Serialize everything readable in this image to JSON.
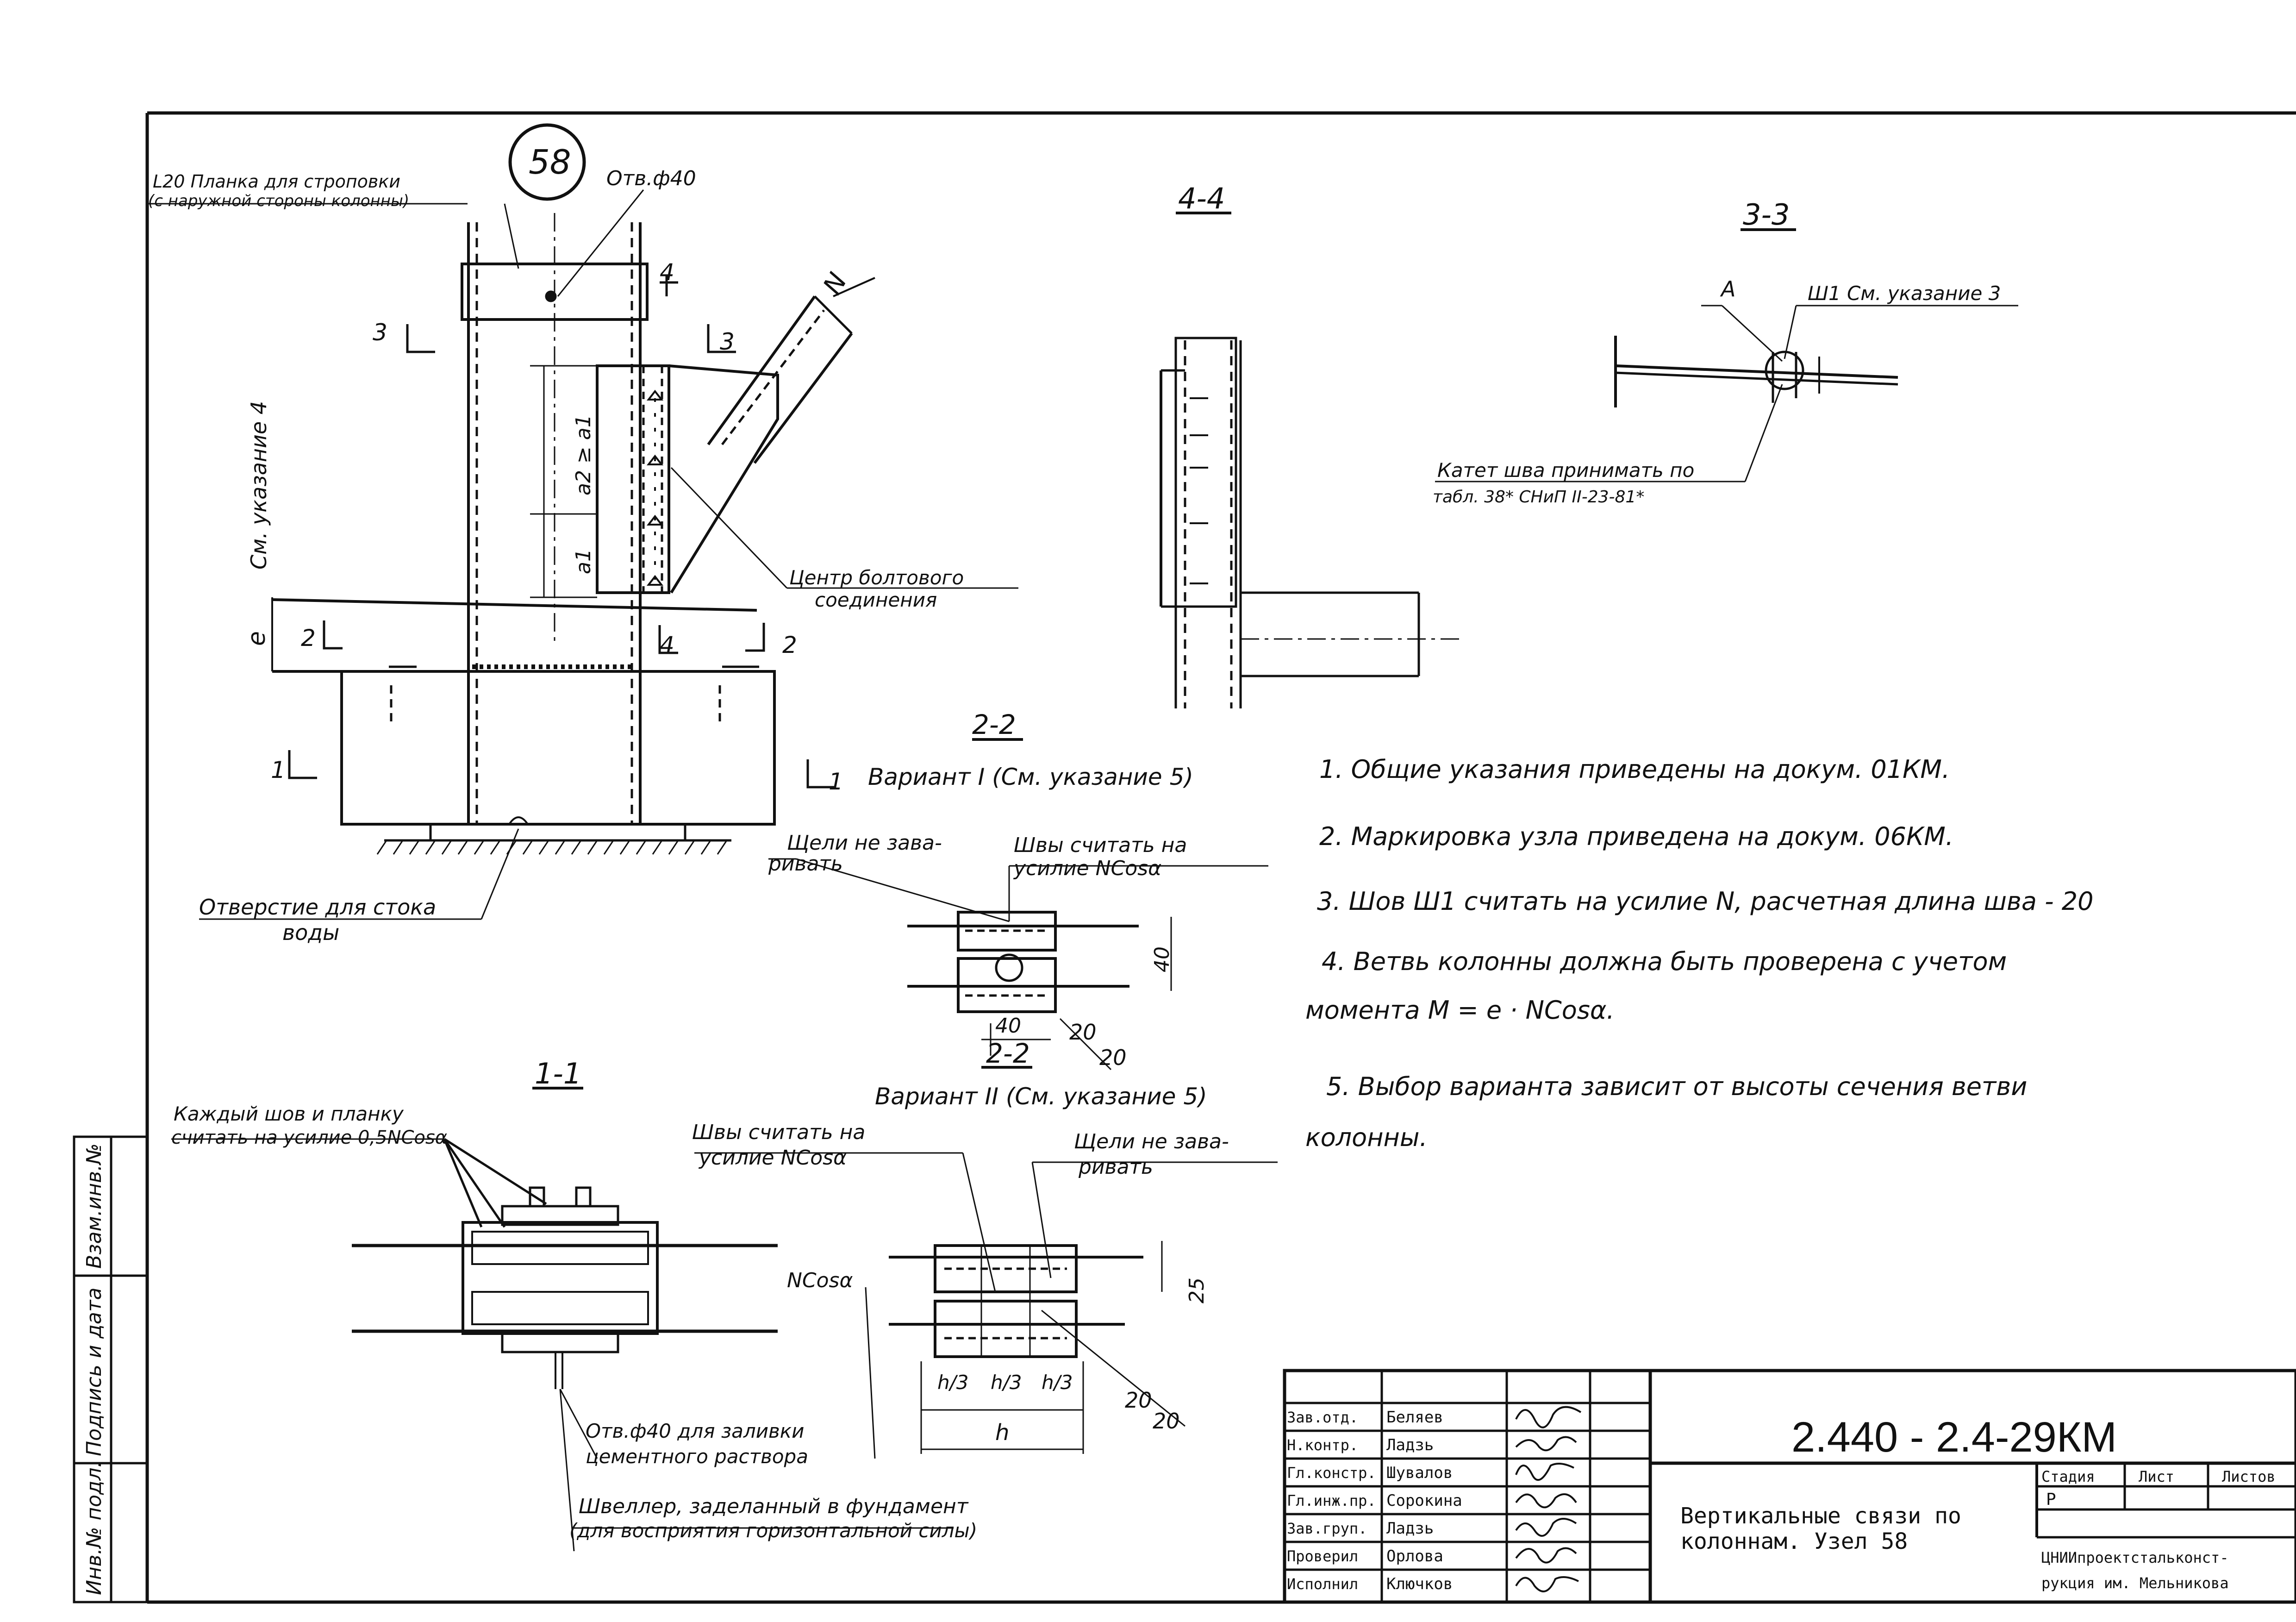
{
  "node": {
    "number": "58",
    "plate_note": [
      "L20 Планка для строповки",
      "(с наружной стороны колонны)"
    ],
    "hole": "Отв.ф40",
    "side_note": "См. указание 4",
    "a2_ineq": "a2 ≥ a1",
    "a1": "a1",
    "e": "e",
    "force": "N",
    "bolt_center": [
      "Центр болтового",
      "соединения"
    ],
    "drain_hole": [
      "Отверстие для стока",
      "воды"
    ],
    "cut_marks": [
      "3",
      "3",
      "4",
      "4",
      "2",
      "2",
      "1",
      "1"
    ]
  },
  "section_44": {
    "title": "4-4"
  },
  "section_33": {
    "title": "3-3",
    "label_a": "A",
    "weld_note": "Ш1 См. указание 3",
    "leg_note": [
      "Катет шва принимать по",
      "табл. 38* СНиП II-23-81*"
    ]
  },
  "section_22_var1": {
    "title": "2-2",
    "variant": "Вариант I (См. указание 5)",
    "note_left": [
      "Щели не зава-",
      "ривать"
    ],
    "note_right": [
      "Швы считать на",
      "усилие NCosα"
    ],
    "dim_40": "40",
    "dim_40b": "40",
    "dim_20a": "20",
    "dim_20b": "20"
  },
  "section_22_var2": {
    "title": "2-2",
    "variant": "Вариант II (См. указание 5)",
    "note_left": [
      "Швы считать на",
      "усилие NCosα"
    ],
    "note_right": [
      "Щели не зава-",
      "ривать"
    ],
    "ncos": "NCosα",
    "dim_25": "25",
    "dim_20a": "20",
    "dim_20b": "20",
    "h3": "h/3",
    "h": "h"
  },
  "section_11": {
    "title": "1-1",
    "weld_note": [
      "Каждый шов и планку",
      "считать на усилие 0,5NCosα"
    ],
    "hole_note": [
      "Отв.ф40 для заливки",
      "цементного раствора"
    ],
    "channel_note": [
      "Швеллер, заделанный в фундамент",
      "(для восприятия горизонтальной силы)"
    ]
  },
  "notes": [
    "1. Общие указания приведены на докум. 01КМ.",
    "2. Маркировка узла приведена на докум. 06КМ.",
    "3. Шов Ш1 считать на усилие N, расчетная длина шва - 20",
    "4. Ветвь колонны должна быть проверена с учетом",
    "момента M = e · NCosα.",
    "5. Выбор варианта зависит от высоты сечения ветви",
    "колонны."
  ],
  "margin_stamp": [
    "Взам.инв.№",
    "Подпись и дата",
    "Инв.№ подл."
  ],
  "title_block": {
    "code": "2.440 - 2.4-29КМ",
    "name": [
      "Вертикальные связи по",
      "колоннам. Узел 58"
    ],
    "stage_header": "Стадия",
    "sheet_header": "Лист",
    "sheets_header": "Листов",
    "stage_value": "Р",
    "org": [
      "ЦНИИпроектстальконст-",
      "рукция им. Мельникова"
    ],
    "people": [
      {
        "role": "Зав.отд.",
        "name": "Беляев",
        "sign": "Беляев"
      },
      {
        "role": "Н.контр.",
        "name": "Ладзь",
        "sign": "Ладзь"
      },
      {
        "role": "Гл.констр.",
        "name": "Шувалов",
        "sign": "Шувалов"
      },
      {
        "role": "Гл.инж.пр.",
        "name": "Сорокина",
        "sign": "Сорокина"
      },
      {
        "role": "Зав.груп.",
        "name": "Ладзь",
        "sign": "Ладзь"
      },
      {
        "role": "Проверил",
        "name": "Орлова",
        "sign": "Орлова"
      },
      {
        "role": "Исполнил",
        "name": "Ключков",
        "sign": "Ключков"
      }
    ]
  }
}
